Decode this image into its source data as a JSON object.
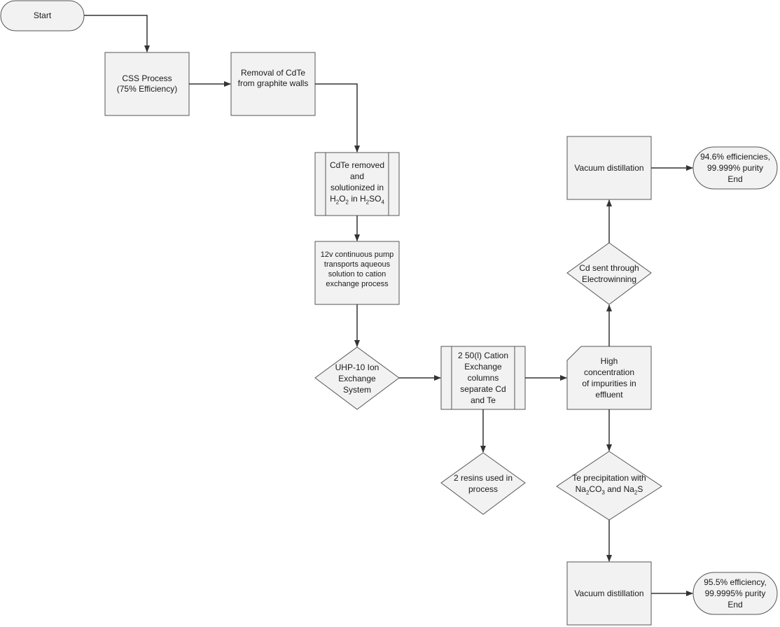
{
  "diagram": {
    "start": "Start",
    "css_process": [
      "CSS Process",
      "(75% Efficiency)"
    ],
    "removal": [
      "Removal of CdTe",
      "from graphite walls"
    ],
    "cdte_removed": {
      "line1": "CdTe removed",
      "line2": "and",
      "line3": "solutionized in",
      "h2o2_a": "H",
      "h2o2_sub1": "2",
      "h2o2_b": "O",
      "h2o2_sub2": "2",
      "in": " in ",
      "h2so4_a": "H",
      "h2so4_sub1": "2",
      "h2so4_b": "SO",
      "h2so4_sub2": "4"
    },
    "pump": [
      "12v continuous pump",
      "transports aqueous",
      "solution to cation",
      "exchange process"
    ],
    "uhp": [
      "UHP-10 Ion",
      "Exchange",
      "System"
    ],
    "cation_columns": [
      "2 50(l) Cation",
      "Exchange",
      "columns",
      "separate Cd",
      "and Te"
    ],
    "resins": [
      "2 resins used in",
      "process"
    ],
    "high_conc": [
      "High",
      "concentration",
      "of impurities in",
      "effluent"
    ],
    "electrowinning": [
      "Cd sent through",
      "Electrowinning"
    ],
    "vacuum_top": "Vacuum distillation",
    "end_top": [
      "94.6% efficiencies,",
      "99.999% purity",
      "End"
    ],
    "te_precip": {
      "line1": "Te precipitation with",
      "na2co3_a": "Na",
      "na2co3_sub": "2",
      "na2co3_b": "CO",
      "na2co3_sub2": "3",
      "and": " and ",
      "na2s_a": "Na",
      "na2s_sub": "2",
      "na2s_b": "S"
    },
    "vacuum_bottom": "Vacuum distillation",
    "end_bottom": [
      "95.5% efficiency,",
      "99.9995% purity",
      "End"
    ]
  }
}
